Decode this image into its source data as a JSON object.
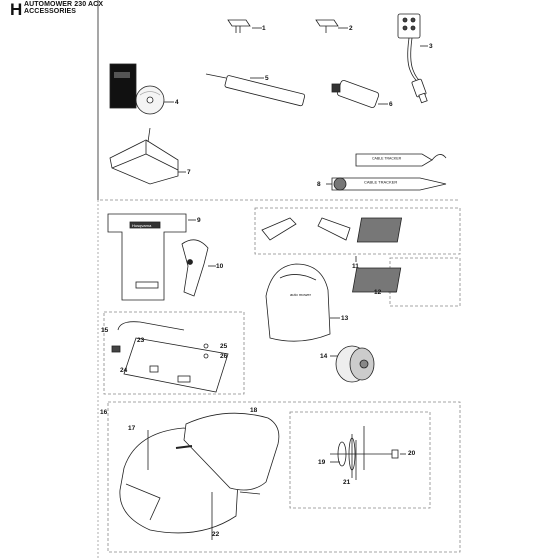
{
  "header": {
    "section_letter": "H",
    "title_line1": "AUTOMOWER 230 ACX",
    "title_line2": "ACCESSORIES"
  },
  "callouts": [
    "1",
    "2",
    "3",
    "4",
    "5",
    "6",
    "7",
    "8",
    "9",
    "10",
    "11",
    "12",
    "13",
    "14",
    "15",
    "16",
    "17",
    "18",
    "19",
    "20",
    "21",
    "22",
    "23",
    "24",
    "25",
    "26"
  ],
  "part_text": {
    "cable_tracker": "CABLE TRACKER",
    "husqvarna": "Husqvarna",
    "auto_mower": "auto mower"
  }
}
